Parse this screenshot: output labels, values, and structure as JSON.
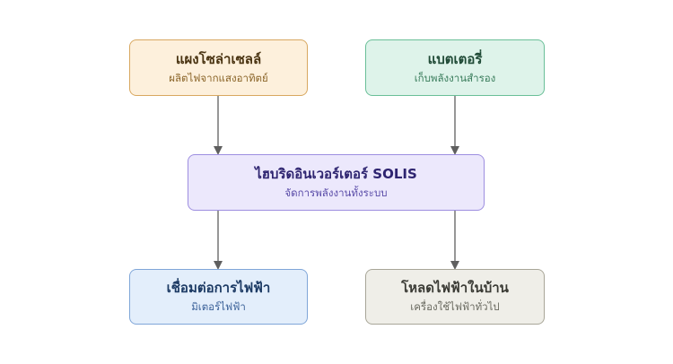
{
  "nodes": {
    "solar": {
      "title": "แผงโซล่าเซลล์",
      "subtitle": "ผลิตไฟจากแสงอาทิตย์"
    },
    "battery": {
      "title": "แบตเตอรี่",
      "subtitle": "เก็บพลังงานสำรอง"
    },
    "inverter": {
      "title": "ไฮบริดอินเวอร์เตอร์ SOLIS",
      "subtitle": "จัดการพลังงานทั้งระบบ"
    },
    "grid": {
      "title": "เชื่อมต่อการไฟฟ้า",
      "subtitle": "มิเตอร์ไฟฟ้า"
    },
    "load": {
      "title": "โหลดไฟฟ้าในบ้าน",
      "subtitle": "เครื่องใช้ไฟฟ้าทั่วไป"
    }
  },
  "connectors": [
    {
      "from": "solar",
      "to": "inverter"
    },
    {
      "from": "battery",
      "to": "inverter"
    },
    {
      "from": "inverter",
      "to": "grid"
    },
    {
      "from": "inverter",
      "to": "load"
    }
  ],
  "colors": {
    "connector": "#5f5f5f",
    "solar_fill": "#fdf0dc",
    "battery_fill": "#def3ea",
    "inverter_fill": "#ece8fc",
    "grid_fill": "#e3eefb",
    "load_fill": "#efeee8"
  }
}
